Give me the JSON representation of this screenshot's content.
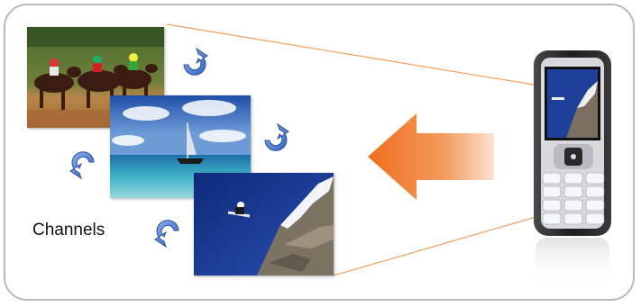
{
  "diagram": {
    "channels_label": "Channels",
    "colors": {
      "frame_border": "#b9b9b9",
      "connector_line": "#f0a060",
      "arrow_orange": "#f07a2a",
      "rotate_icon_blue": "#4a7fd0"
    },
    "images": [
      {
        "name": "horse-racing-photo"
      },
      {
        "name": "sailboat-ocean-photo"
      },
      {
        "name": "snowboarder-mountain-photo"
      }
    ],
    "device": "mobile-phone",
    "direction_icon": "left-arrow-icon",
    "channel_switch_icon": "rotate-arrow-icon"
  }
}
